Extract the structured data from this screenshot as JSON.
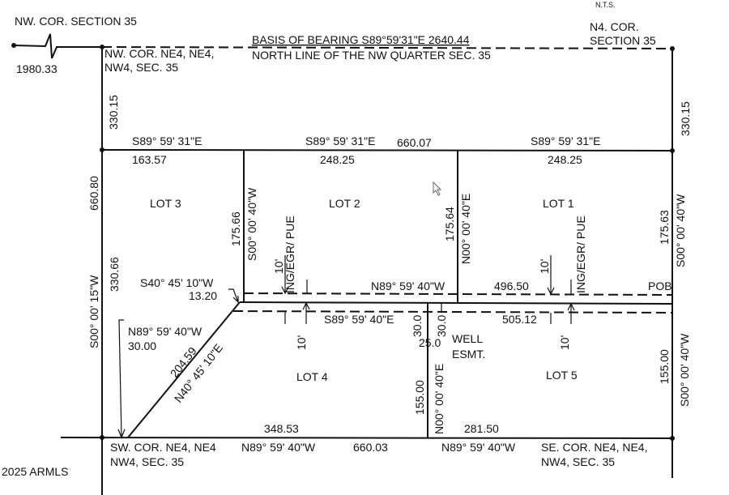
{
  "header": {
    "nts": "N.T.S."
  },
  "corners": {
    "nw_section": "NW. COR. SECTION 35",
    "n4_line1": "N4. COR.",
    "n4_line2": "SECTION 35",
    "nw_ne4_line1": "NW. COR. NE4, NE4,",
    "nw_ne4_line2": "NW4, SEC. 35",
    "sw_line1": "SW. COR. NE4, NE4",
    "sw_line2": "NW4, SEC. 35",
    "se_line1": "SE. COR. NE4, NE4,",
    "se_line2": "NW4, SEC. 35",
    "pob": "POB"
  },
  "basis": {
    "line1": "BASIS OF BEARING S89°59'31\"E 2640.44",
    "line2": "NORTH LINE OF THE NW QUARTER SEC. 35"
  },
  "dims": {
    "d1980": "1980.33",
    "d330_left": "330.15",
    "d330_right": "330.15",
    "brg_top_1": "S89° 59' 31\"E",
    "brg_top_2": "S89° 59' 31\"E",
    "d660_07": "660.07",
    "brg_top_3": "S89° 59' 31\"E",
    "d163": "163.57",
    "d248_a": "248.25",
    "d248_b": "248.25",
    "d660_80": "660.80",
    "brg_left": "S00° 00' 15\"W",
    "d330_66": "330.66",
    "d175_66": "175.66",
    "brg_lot2w": "S00° 00' 40\"W",
    "d175_64": "175.64",
    "brg_lot2e": "N00° 00' 40\"E",
    "d175_63": "175.63",
    "brg_right": "S00° 00' 40\"W",
    "ten_1": "10'",
    "ease_1": "ING/EGR/ PUE",
    "ten_2": "10'",
    "ease_2": "ING/EGR/ PUE",
    "brg_mid": "N89° 59' 40\"W",
    "d496": "496.50",
    "brg_s40": "S40° 45' 10\"W",
    "d13": "13.20",
    "brg_s89_40": "S89° 59' 40\"E",
    "d30_a": "30.0",
    "d30_b": "30.0",
    "d25": "25.0",
    "well_1": "WELL",
    "well_2": "ESMT.",
    "d505": "505.12",
    "ten_3": "10'",
    "ten_4": "10'",
    "brg_n89_sw": "N89° 59' 40\"W",
    "d30_00": "30.00",
    "d204": "204.59",
    "brg_n40": "N40° 45' 10\"E",
    "d155_mid": "155.00",
    "brg_mid_v": "N00° 00' 40\"E",
    "d155_right": "155.00",
    "brg_right_low": "S00° 00' 40\"W",
    "d348": "348.53",
    "d281": "281.50",
    "brg_bot_1": "N89° 59' 40\"W",
    "d660_03": "660.03",
    "brg_bot_2": "N89° 59' 40\"W"
  },
  "lots": {
    "lot1": "LOT 1",
    "lot2": "LOT 2",
    "lot3": "LOT 3",
    "lot4": "LOT 4",
    "lot5": "LOT 5"
  },
  "watermark": "2025 ARMLS"
}
